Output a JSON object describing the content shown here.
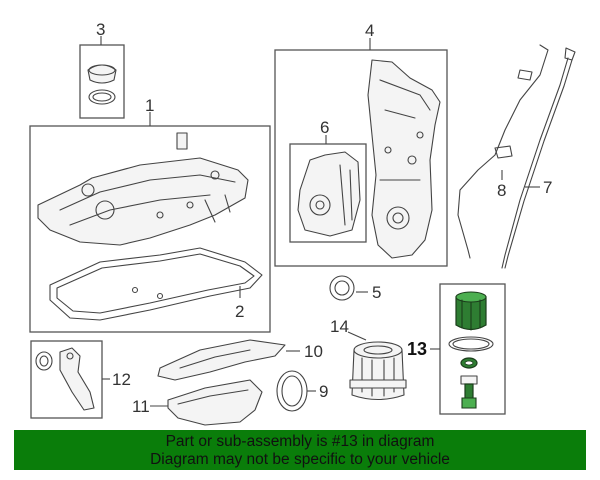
{
  "callouts": {
    "c1": "1",
    "c2": "2",
    "c3": "3",
    "c4": "4",
    "c5": "5",
    "c6": "6",
    "c7": "7",
    "c8": "8",
    "c9": "9",
    "c10": "10",
    "c11": "11",
    "c12": "12",
    "c13": "13",
    "c14": "14"
  },
  "banner": {
    "line1": "Part or sub-assembly is #13 in diagram",
    "line2": "Diagram may not be specific to your vehicle"
  },
  "colors": {
    "highlight": "#2e7d32",
    "banner": "#0a7d0a"
  }
}
